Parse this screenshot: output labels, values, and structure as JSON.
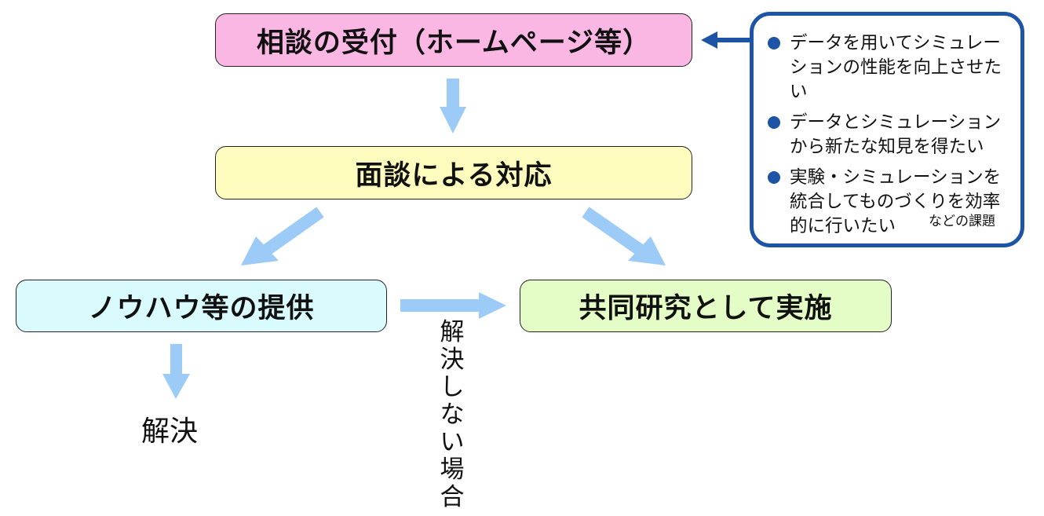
{
  "boxes": {
    "reception": "相談の受付（ホームページ等）",
    "interview": "面談による対応",
    "knowhow": "ノウハウ等の提供",
    "joint_research": "共同研究として実施"
  },
  "labels": {
    "resolved": "解決",
    "unresolved": "解決しない場合"
  },
  "panel": {
    "items": [
      "データを用いてシミュレーションの性能を向上させたい",
      "データとシミュレーションから新たな知見を得たい",
      "実験・シミュレーションを統合してものづくりを効率的に行いたい"
    ],
    "note": "などの課題"
  },
  "colors": {
    "reception_fill": "#fbb7e4",
    "interview_fill": "#fdfcbe",
    "knowhow_fill": "#d9fbfd",
    "joint_fill": "#e4fcc6",
    "flow_arrow": "#9ccbf7",
    "panel_accent": "#1d54a6"
  }
}
